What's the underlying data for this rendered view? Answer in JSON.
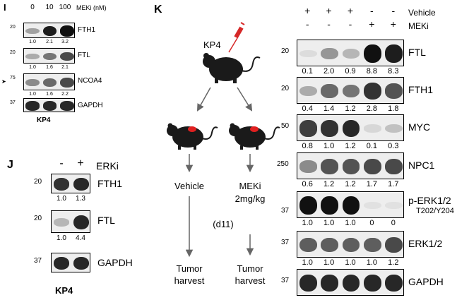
{
  "panel_I": {
    "letter": "I",
    "treatment_label": "MEKi (nM)",
    "doses": [
      "0",
      "10",
      "100"
    ],
    "cell_line": "KP4",
    "blots": [
      {
        "name": "FTH1",
        "mw": "20",
        "quant": [
          "1.0",
          "2.1",
          "3.2"
        ]
      },
      {
        "name": "FTL",
        "mw": "20",
        "quant": [
          "1.0",
          "1.6",
          "2.1"
        ]
      },
      {
        "name": "NCOA4",
        "mw": "75",
        "quant": [
          "1.0",
          "1.6",
          "2.2"
        ]
      },
      {
        "name": "GAPDH",
        "mw": "37",
        "quant": []
      }
    ]
  },
  "panel_J": {
    "letter": "J",
    "treatment_label": "ERKi",
    "signs": [
      "-",
      "+"
    ],
    "cell_line": "KP4",
    "blots": [
      {
        "name": "FTH1",
        "mw": "20",
        "quant": [
          "1.0",
          "1.3"
        ]
      },
      {
        "name": "FTL",
        "mw": "20",
        "quant": [
          "1.0",
          "4.4"
        ]
      },
      {
        "name": "GAPDH",
        "mw": "37",
        "quant": []
      }
    ]
  },
  "panel_K": {
    "letter": "K",
    "mouse_label": "KP4",
    "arm_vehicle": "Vehicle",
    "arm_meki": "MEKi",
    "arm_meki_dose": "2mg/kg",
    "day": "(d11)",
    "harvest_l1": "Tumor",
    "harvest_l2": "harvest",
    "row_vehicle": {
      "label": "Vehicle",
      "signs": [
        "+",
        "+",
        "+",
        "-",
        "-"
      ]
    },
    "row_meki": {
      "label": "MEKi",
      "signs": [
        "-",
        "-",
        "-",
        "+",
        "+"
      ]
    },
    "blots": [
      {
        "name": "FTL",
        "sub": "",
        "mw": "20",
        "quant": [
          "0.1",
          "2.0",
          "0.9",
          "8.8",
          "8.3"
        ]
      },
      {
        "name": "FTH1",
        "sub": "",
        "mw": "20",
        "quant": [
          "0.4",
          "1.4",
          "1.2",
          "2.8",
          "1.8"
        ]
      },
      {
        "name": "MYC",
        "sub": "",
        "mw": "50",
        "quant": [
          "0.8",
          "1.0",
          "1.2",
          "0.1",
          "0.3"
        ]
      },
      {
        "name": "NPC1",
        "sub": "",
        "mw": "250",
        "quant": [
          "0.6",
          "1.2",
          "1.2",
          "1.7",
          "1.7"
        ]
      },
      {
        "name": "p-ERK1/2",
        "sub": "T202/Y204",
        "mw": "37",
        "quant": [
          "1.0",
          "1.0",
          "1.0",
          "0",
          "0"
        ]
      },
      {
        "name": "ERK1/2",
        "sub": "",
        "mw": "37",
        "quant": [
          "1.0",
          "1.0",
          "1.0",
          "1.0",
          "1.2"
        ]
      },
      {
        "name": "GAPDH",
        "sub": "",
        "mw": "37",
        "quant": []
      }
    ]
  },
  "band_intensity": {
    "I": [
      [
        0.35,
        0.95,
        1.0
      ],
      [
        0.3,
        0.55,
        0.75
      ],
      [
        0.45,
        0.6,
        0.75
      ],
      [
        0.9,
        0.9,
        0.9
      ]
    ],
    "J": [
      [
        0.85,
        0.9
      ],
      [
        0.25,
        0.9
      ],
      [
        0.9,
        0.9
      ]
    ],
    "K": [
      [
        0.08,
        0.4,
        0.25,
        1.0,
        0.95
      ],
      [
        0.3,
        0.6,
        0.55,
        0.85,
        0.7
      ],
      [
        0.8,
        0.85,
        0.9,
        0.1,
        0.2
      ],
      [
        0.45,
        0.7,
        0.7,
        0.75,
        0.75
      ],
      [
        1.0,
        1.0,
        1.0,
        0.05,
        0.05
      ],
      [
        0.65,
        0.65,
        0.65,
        0.65,
        0.75
      ],
      [
        0.9,
        0.9,
        0.9,
        0.9,
        0.9
      ]
    ]
  },
  "colors": {
    "ink": "#000000",
    "syringe": "#d62828",
    "tumor": "#e02020",
    "arrow": "#666666",
    "mouse": "#1a1a1a"
  }
}
